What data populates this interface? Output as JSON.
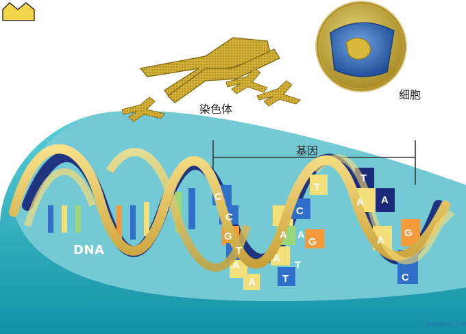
{
  "labels": {
    "chromosome": "染色体",
    "cell": "细胞",
    "gene": "基因",
    "dna": "DNA"
  },
  "watermark": {
    "text": "UCHONES.COM"
  },
  "base_pairs_left": [
    "C",
    "C",
    "G",
    "T",
    "A",
    "A"
  ],
  "base_pairs_mid": [
    "A",
    "A",
    "T",
    "T",
    "C",
    "A",
    "G"
  ],
  "base_pairs_right": [
    "T",
    "T",
    "A",
    "A",
    "A",
    "G",
    "C"
  ],
  "colors": {
    "background_ribbon": "#1fa6b7",
    "helix_gold": "#e8c75a",
    "backbone_navy": "#1b2a7a",
    "base_blue": "#2f6fc9",
    "base_yellow": "#f3e07a",
    "base_orange": "#f39a3c",
    "base_green": "#9bd67a",
    "chromosome_gold": "#d7b83b",
    "nucleus_blue": "#3c78c8"
  },
  "icons": [
    "cell-icon",
    "chromosome-icon",
    "dna-helix-icon"
  ]
}
